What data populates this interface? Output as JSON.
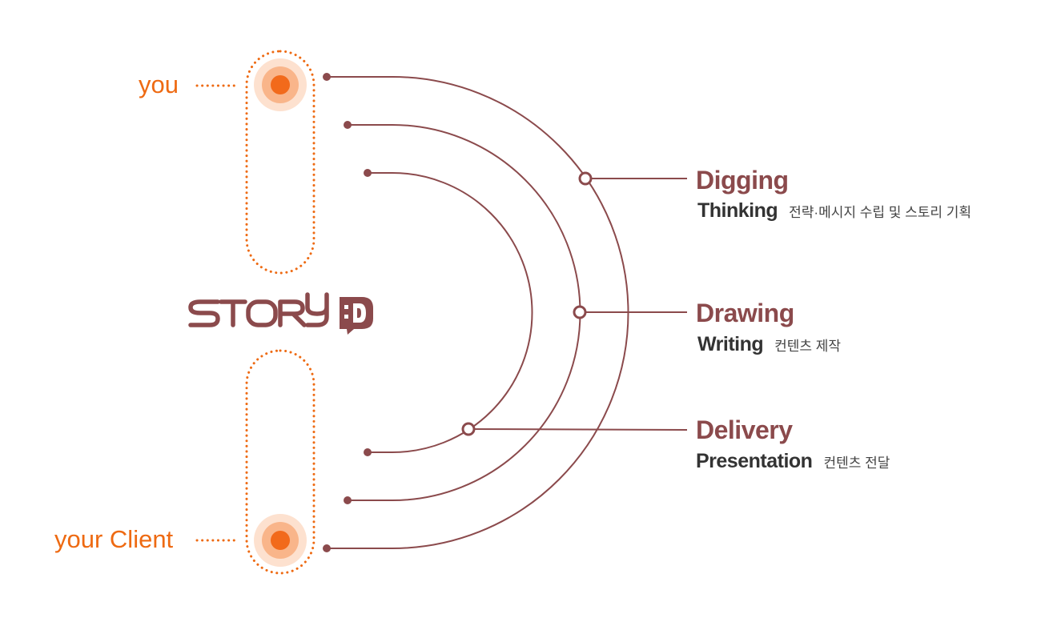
{
  "labels": {
    "you": "you",
    "client": "your Client"
  },
  "logo": {
    "wordmark": "STORY",
    "badge": ":D"
  },
  "stages": [
    {
      "title": "Digging",
      "subtitle": "Thinking",
      "description": "전략·메시지 수립 및 스토리 기획"
    },
    {
      "title": "Drawing",
      "subtitle": "Writing",
      "description": "컨텐츠 제작"
    },
    {
      "title": "Delivery",
      "subtitle": "Presentation",
      "description": "컨텐츠 전달"
    }
  ],
  "colors": {
    "accent_orange": "#ee6a12",
    "brand_brown": "#8b4a4c",
    "dark_text": "#333333"
  }
}
